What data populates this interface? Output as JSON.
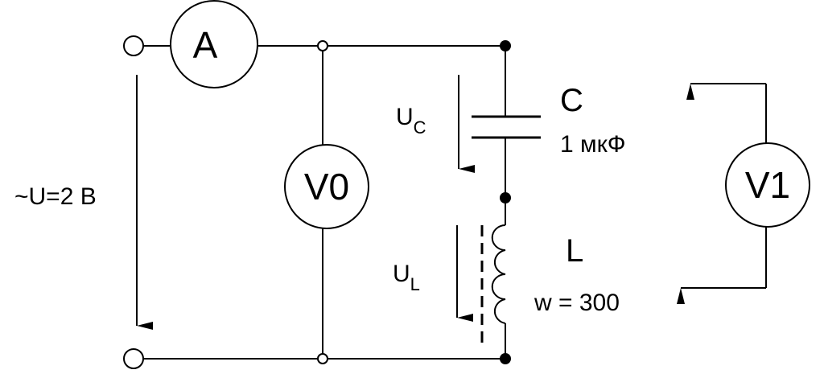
{
  "source": {
    "text": "~U=2 В"
  },
  "ammeter": {
    "label": "A"
  },
  "voltmeter_main": {
    "label": "V0"
  },
  "voltmeter_probe": {
    "label": "V1"
  },
  "capacitor": {
    "name": "C",
    "value": "1 мкФ",
    "voltage_main": "U",
    "voltage_sub": "C"
  },
  "inductor": {
    "name": "L",
    "value": "w = 300",
    "voltage_main": "U",
    "voltage_sub": "L"
  },
  "colors": {
    "line": "#000000",
    "background": "#ffffff"
  }
}
